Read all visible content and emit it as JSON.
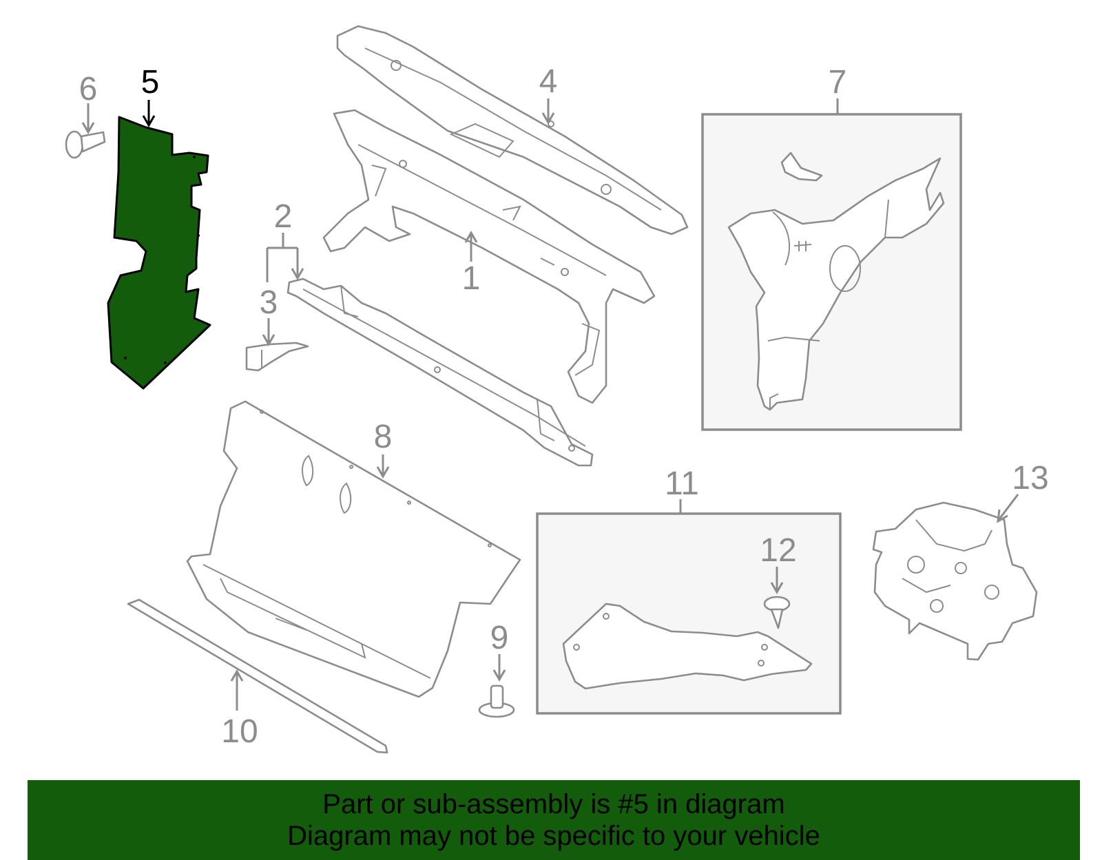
{
  "callouts": [
    {
      "id": "1",
      "label": "1"
    },
    {
      "id": "2",
      "label": "2"
    },
    {
      "id": "3",
      "label": "3"
    },
    {
      "id": "4",
      "label": "4"
    },
    {
      "id": "5",
      "label": "5"
    },
    {
      "id": "6",
      "label": "6"
    },
    {
      "id": "7",
      "label": "7"
    },
    {
      "id": "8",
      "label": "8"
    },
    {
      "id": "9",
      "label": "9"
    },
    {
      "id": "10",
      "label": "10"
    },
    {
      "id": "11",
      "label": "11"
    },
    {
      "id": "12",
      "label": "12"
    },
    {
      "id": "13",
      "label": "13"
    }
  ],
  "highlighted_part": "5",
  "colors": {
    "highlight_fill": "#135c0c",
    "banner_background": "#135c0c",
    "outline_gray": "#8c8c8c",
    "text_black": "#000000"
  },
  "banner": {
    "line1": "Part or sub-assembly is #5 in diagram",
    "line2": "Diagram may not be specific to your vehicle"
  }
}
